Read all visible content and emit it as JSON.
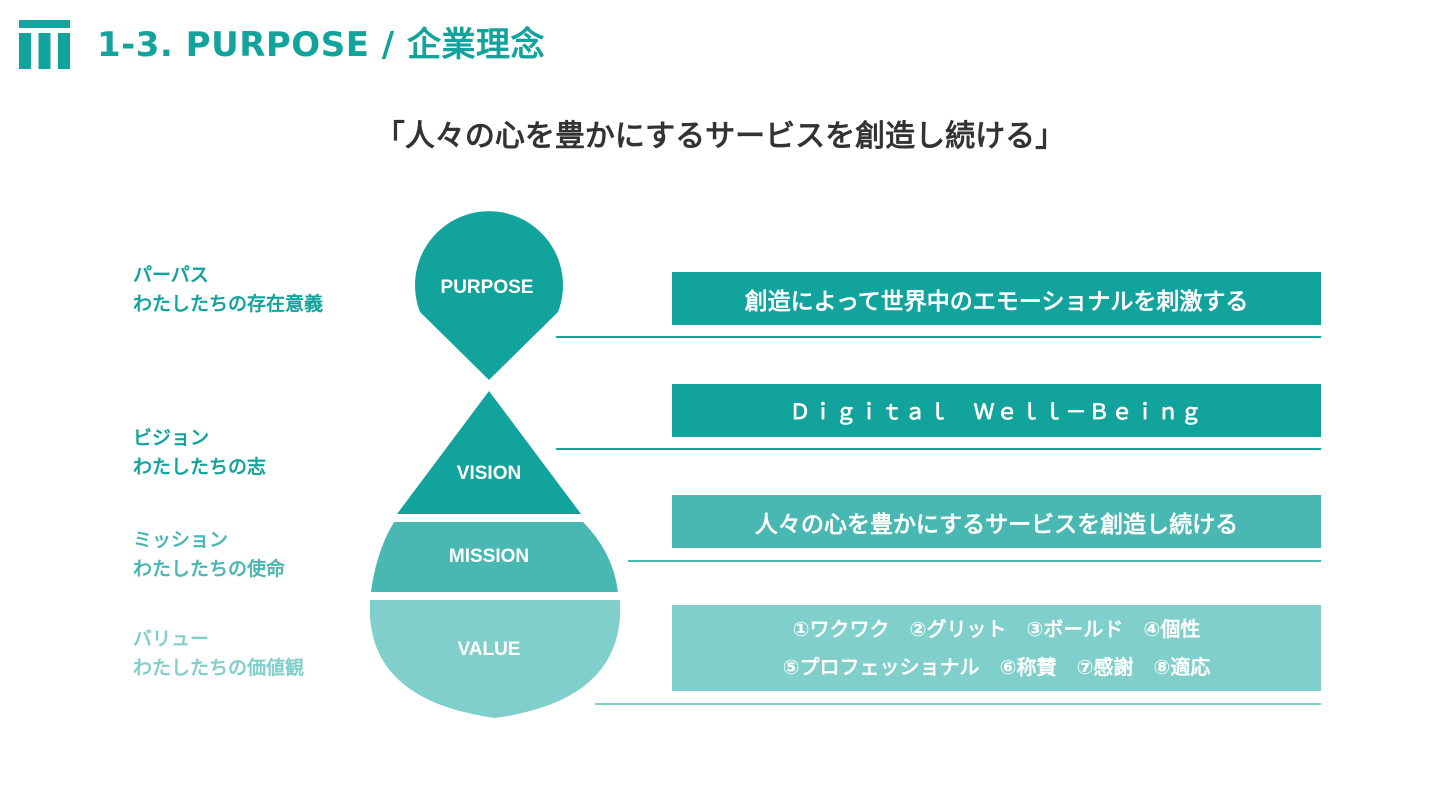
{
  "colors": {
    "teal_dark": "#13a39d",
    "teal_mid": "#4ab8b2",
    "teal_light": "#80cfca",
    "headline_text": "#333333"
  },
  "header": {
    "logo_icon": "company-logo-icon",
    "title": "1-3. PURPOSE / 企業理念"
  },
  "headline": "「人々の心を豊かにするサービスを創造し続ける」",
  "layers": [
    {
      "shape_label": "PURPOSE",
      "label_line1": "パーパス",
      "label_line2": "わたしたちの存在意義",
      "statement": "創造によって世界中のエモーショナルを刺激する"
    },
    {
      "shape_label": "VISION",
      "label_line1": "ビジョン",
      "label_line2": "わたしたちの志",
      "statement": "Ｄｉｇｉｔａｌ　Ｗｅｌｌ－Ｂｅｉｎｇ"
    },
    {
      "shape_label": "MISSION",
      "label_line1": "ミッション",
      "label_line2": "わたしたちの使命",
      "statement": "人々の心を豊かにするサービスを創造し続ける"
    },
    {
      "shape_label": "VALUE",
      "label_line1": "バリュー",
      "label_line2": "わたしたちの価値観",
      "statement_line1": "①ワクワク　②グリット　③ボールド　④個性",
      "statement_line2": "⑤プロフェッショナル　⑥称賛　⑦感謝　⑧適応"
    }
  ]
}
